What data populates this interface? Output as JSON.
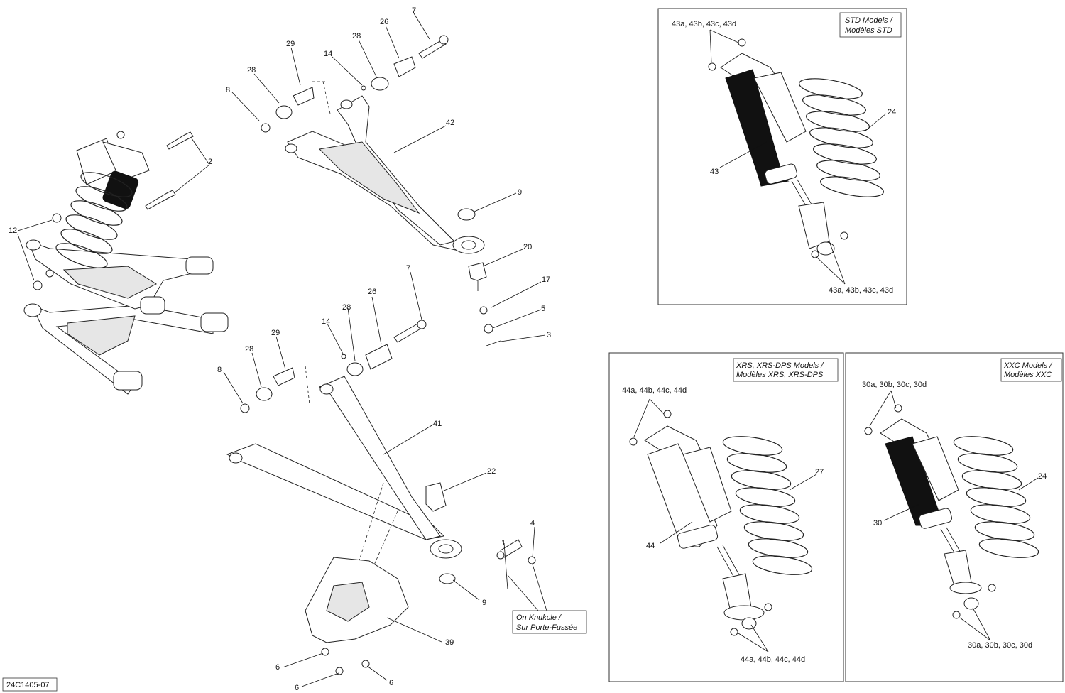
{
  "diagram_id": "24C1405-07",
  "callouts": {
    "c7a": "7",
    "c26a": "26",
    "c28a": "28",
    "c29a": "29",
    "c14a": "14",
    "c28b": "28",
    "c8a": "8",
    "c42": "42",
    "c2": "2",
    "c12": "12",
    "c9a": "9",
    "c20": "20",
    "c17": "17",
    "c5": "5",
    "c3": "3",
    "c7b": "7",
    "c26b": "26",
    "c28c": "28",
    "c14b": "14",
    "c29b": "29",
    "c28d": "28",
    "c8b": "8",
    "c41": "41",
    "c22": "22",
    "c4": "4",
    "c1": "1",
    "c9b": "9",
    "c39": "39",
    "c6a": "6",
    "c6b": "6",
    "c6c": "6",
    "std_top": "43a, 43b, 43c, 43d",
    "std_bottom": "43a, 43b, 43c, 43d",
    "c43": "43",
    "c24a": "24",
    "xrs_top": "44a, 44b, 44c, 44d",
    "xrs_bottom": "44a, 44b, 44c, 44d",
    "c44": "44",
    "c27": "27",
    "xxc_top": "30a, 30b, 30c, 30d",
    "xxc_bottom": "30a, 30b, 30c, 30d",
    "c30": "30",
    "c24b": "24"
  },
  "boxes": {
    "std_line1": "STD Models /",
    "std_line2": "Modèles STD",
    "xrs_line1": "XRS, XRS-DPS Models /",
    "xrs_line2": "Modèles XRS, XRS-DPS",
    "xxc_line1": "XXC Models /",
    "xxc_line2": "Modèles XXC",
    "knuckle_line1": "On Knukcle /",
    "knuckle_line2": "Sur Porte-Fussée"
  }
}
